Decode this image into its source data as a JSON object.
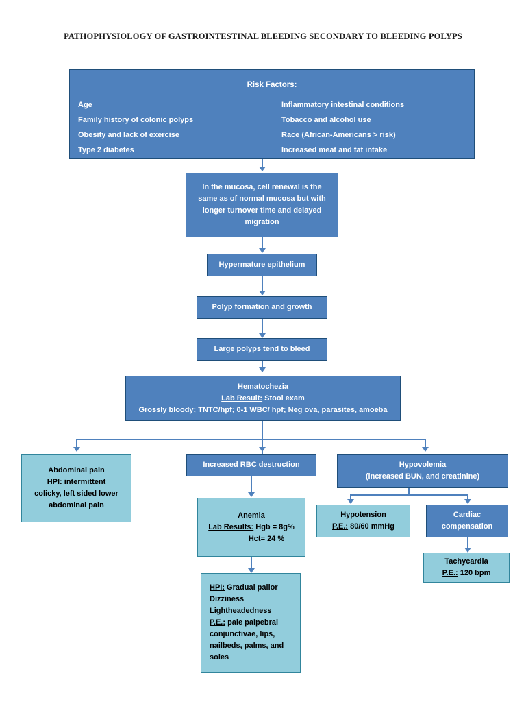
{
  "title": "PATHOPHYSIOLOGY OF GASTROINTESTINAL BLEEDING SECONDARY TO BLEEDING POLYPS",
  "colors": {
    "dark_box_fill": "#4f81bd",
    "dark_box_border": "#1f4e79",
    "light_box_fill": "#92cddc",
    "light_box_border": "#31859c",
    "connector": "#4f81bd",
    "page_background": "#ffffff",
    "title_text": "#1a1a1a"
  },
  "risk_factors": {
    "heading": "Risk Factors:",
    "left_column": [
      "Age",
      "Family history of colonic polyps",
      "Obesity and lack of exercise",
      "Type 2 diabetes"
    ],
    "right_column": [
      "Inflammatory intestinal conditions",
      "Tobacco and alcohol use",
      "Race (African-Americans > risk)",
      "Increased meat and fat intake"
    ]
  },
  "mucosa": {
    "lines": [
      "In the mucosa, cell renewal is the",
      "same as of normal mucosa but with",
      "longer turnover time and delayed",
      "migration"
    ]
  },
  "hypermature": {
    "label": "Hypermature epithelium"
  },
  "polyp_formation": {
    "label": "Polyp formation and growth"
  },
  "large_polyps": {
    "label": "Large polyps tend to bleed"
  },
  "hematochezia": {
    "line1": "Hematochezia",
    "line2_label": "Lab Result:",
    "line2_value": " Stool exam",
    "line3": "Grossly bloody; TNTC/hpf; 0-1 WBC/ hpf; Neg ova, parasites, amoeba"
  },
  "abdominal_pain": {
    "line1": "Abdominal pain",
    "line2_label": "HPI:",
    "line2_value": " intermittent",
    "line3": "colicky, left sided lower",
    "line4": "abdominal pain"
  },
  "rbc_destruction": {
    "label": "Increased RBC destruction"
  },
  "anemia": {
    "line1": "Anemia",
    "line2_label": "Lab Results:",
    "line2_value": " Hgb = 8g%",
    "line3": "Hct= 24 %"
  },
  "anemia_signs": {
    "line1_label": "HPI:",
    "line1_value": " Gradual pallor",
    "line2": "Dizziness",
    "line3": "Lightheadedness",
    "line4_label": "P.E.:",
    "line4_value": " pale palpebral",
    "line5": "conjunctivae, lips,",
    "line6": "nailbeds, palms, and",
    "line7": "soles"
  },
  "hypovolemia": {
    "line1": "Hypovolemia",
    "line2": "(increased BUN, and creatinine)"
  },
  "hypotension": {
    "line1": "Hypotension",
    "line2_label": "P.E.:",
    "line2_value": " 80/60 mmHg"
  },
  "cardiac_compensation": {
    "line1": "Cardiac",
    "line2": "compensation"
  },
  "tachycardia": {
    "line1": "Tachycardia",
    "line2_label": "P.E.:",
    "line2_value": " 120 bpm"
  }
}
